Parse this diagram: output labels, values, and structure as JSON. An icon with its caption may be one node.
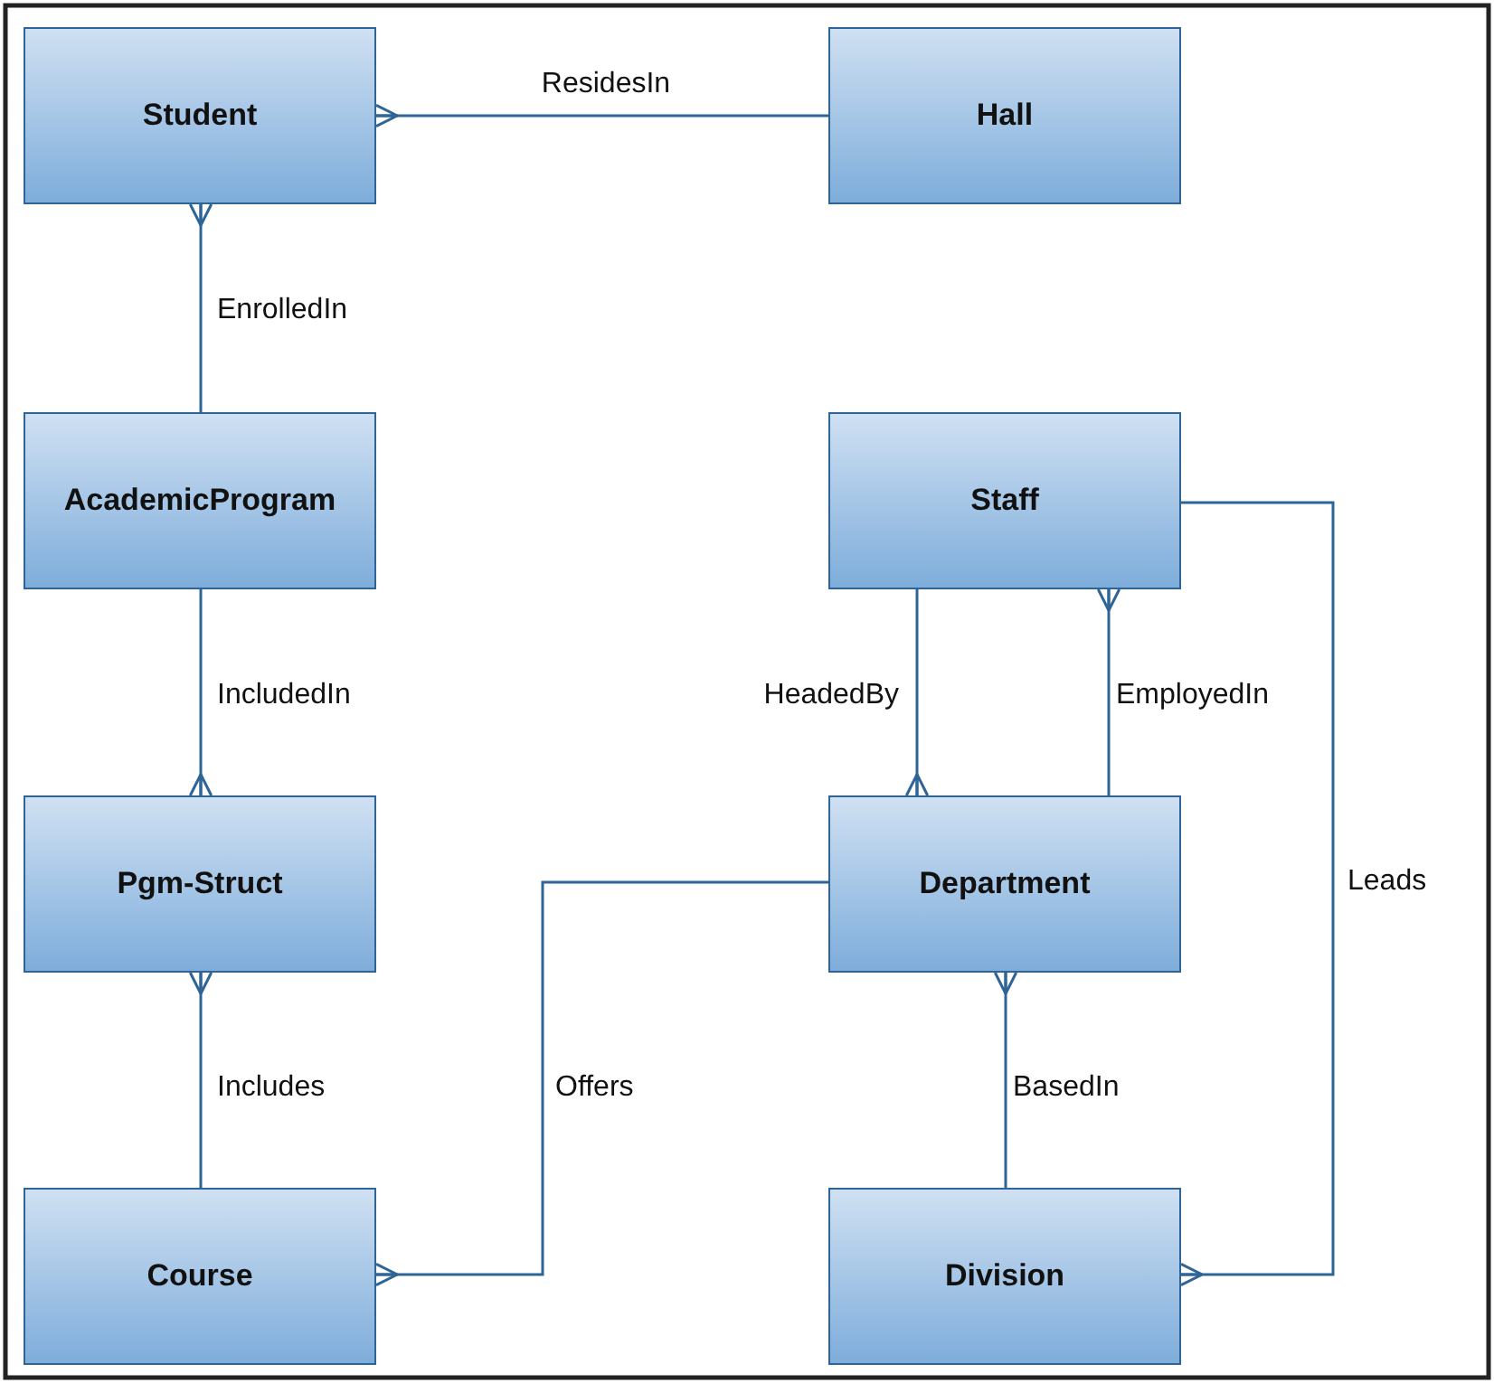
{
  "diagram": {
    "nodes": [
      {
        "text": [
          "Student"
        ]
      },
      {
        "text": [
          "Hall"
        ]
      },
      {
        "text": [
          "AcademicProgram"
        ]
      },
      {
        "text": [
          "Staff"
        ]
      },
      {
        "text": [
          "Pgm-Struct"
        ]
      },
      {
        "text": [
          "Department"
        ]
      },
      {
        "text": [
          "Course"
        ]
      },
      {
        "text": [
          "Division"
        ]
      }
    ],
    "edges": [
      {
        "from": 0,
        "to": 1,
        "arrow": "other",
        "label": "ResidesIn"
      },
      {
        "from": 0,
        "to": 2,
        "arrow": "other",
        "label": "EnrolledIn"
      },
      {
        "from": 4,
        "to": 2,
        "arrow": "other",
        "label": "IncludedIn"
      },
      {
        "from": 4,
        "to": 6,
        "arrow": "other",
        "label": "Includes"
      },
      {
        "from": 6,
        "to": 5,
        "arrow": "other",
        "label": "Offers"
      },
      {
        "from": 5,
        "to": 3,
        "arrow": "other",
        "label": "HeadedBy"
      },
      {
        "from": 3,
        "to": 5,
        "arrow": "other",
        "label": "EmployedIn"
      },
      {
        "from": 5,
        "to": 7,
        "arrow": "other",
        "label": "BasedIn"
      },
      {
        "from": 7,
        "to": 3,
        "arrow": "other",
        "label": "Leads"
      }
    ]
  }
}
